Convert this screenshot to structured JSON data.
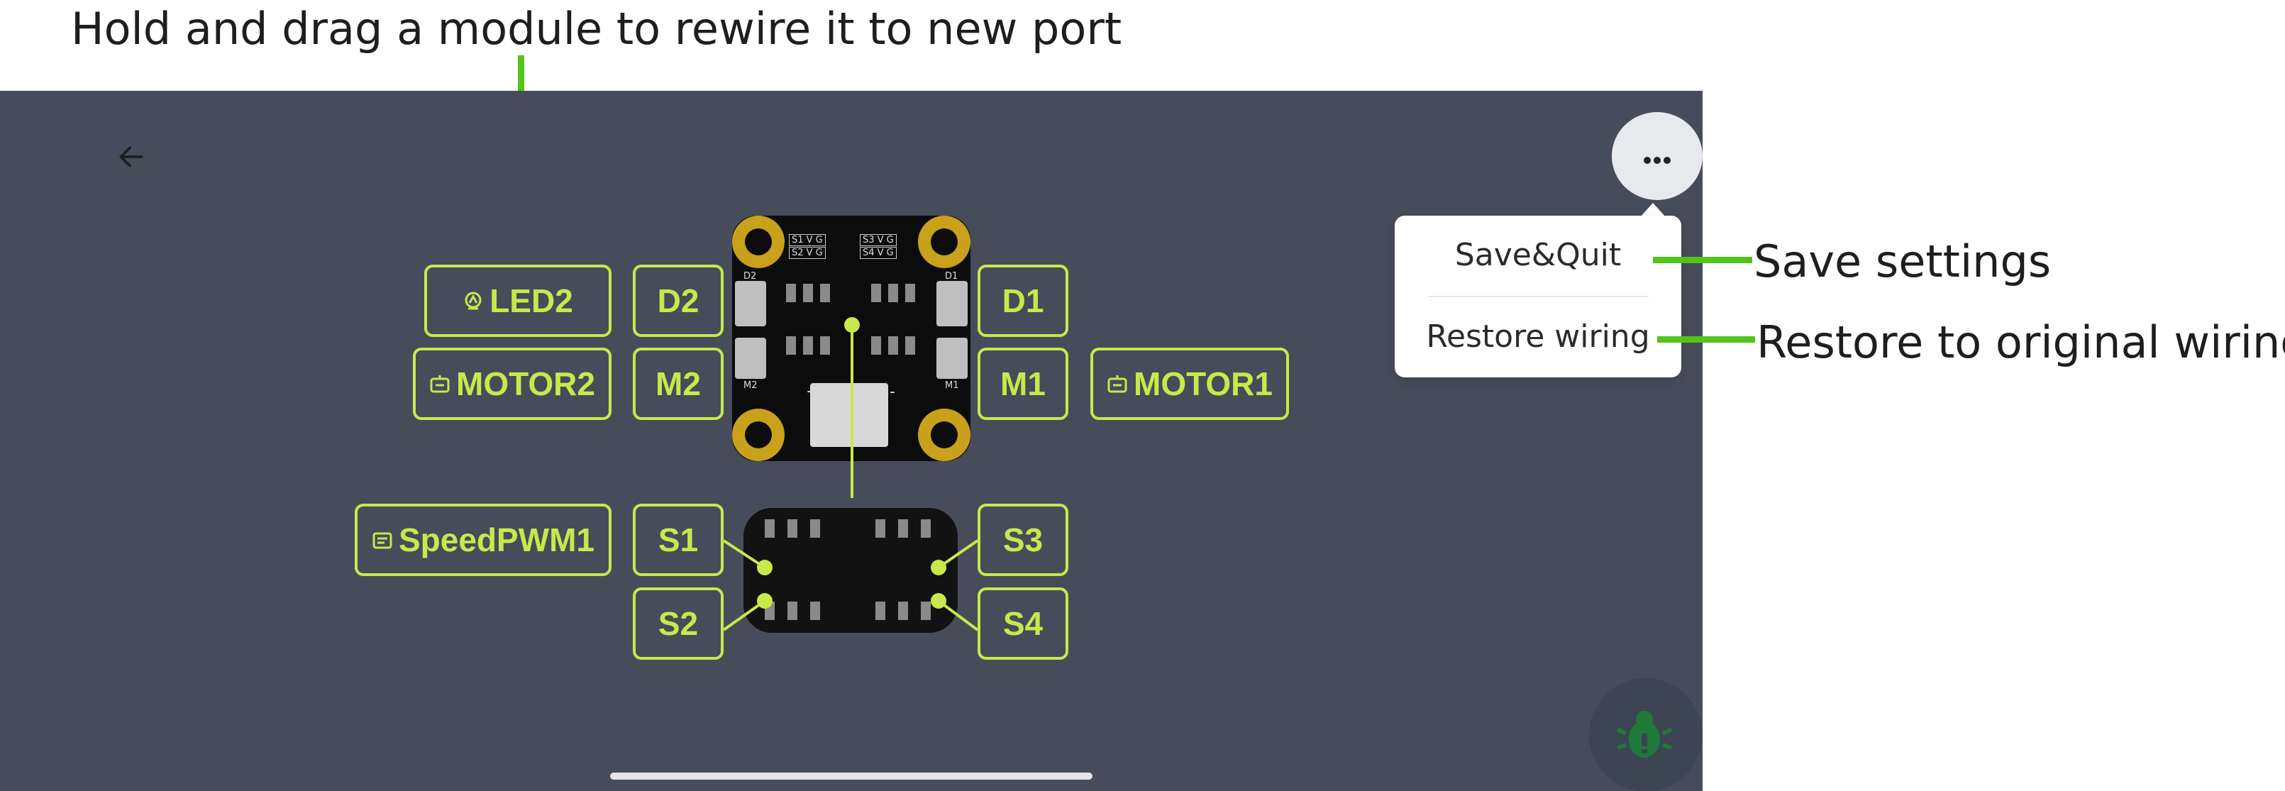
{
  "annotations": {
    "drag_hint": "Hold and drag a module to rewire it to new port",
    "save_note": "Save settings",
    "restore_note": "Restore to original wiring"
  },
  "menu": {
    "save_quit": "Save&Quit",
    "restore_wiring": "Restore wiring"
  },
  "modules": {
    "led2": "LED2",
    "motor2": "MOTOR2",
    "motor1": "MOTOR1",
    "speedpwm1": "SpeedPWM1"
  },
  "ports": {
    "d2": "D2",
    "d1": "D1",
    "m2": "M2",
    "m1": "M1",
    "s1": "S1",
    "s2": "S2",
    "s3": "S3",
    "s4": "S4"
  },
  "board_labels": {
    "d2": "D2",
    "d1": "D1",
    "m2": "M2",
    "m1": "M1",
    "plus": "+",
    "minus": "-",
    "hdr_left_top": "S1 V G",
    "hdr_left_bot": "S2 V G",
    "hdr_right_top": "S3 V G",
    "hdr_right_bot": "S4 V G"
  },
  "icons": {
    "back": "arrow-left-icon",
    "more": "more-horizontal-icon",
    "led": "led-icon",
    "motor": "motor-icon",
    "servo": "servo-icon",
    "bug": "bug-icon"
  },
  "colors": {
    "screen_bg": "#474c5b",
    "accent": "#c9e84a",
    "annotation_line": "#52c41a",
    "bug": "#1f7a3a"
  }
}
